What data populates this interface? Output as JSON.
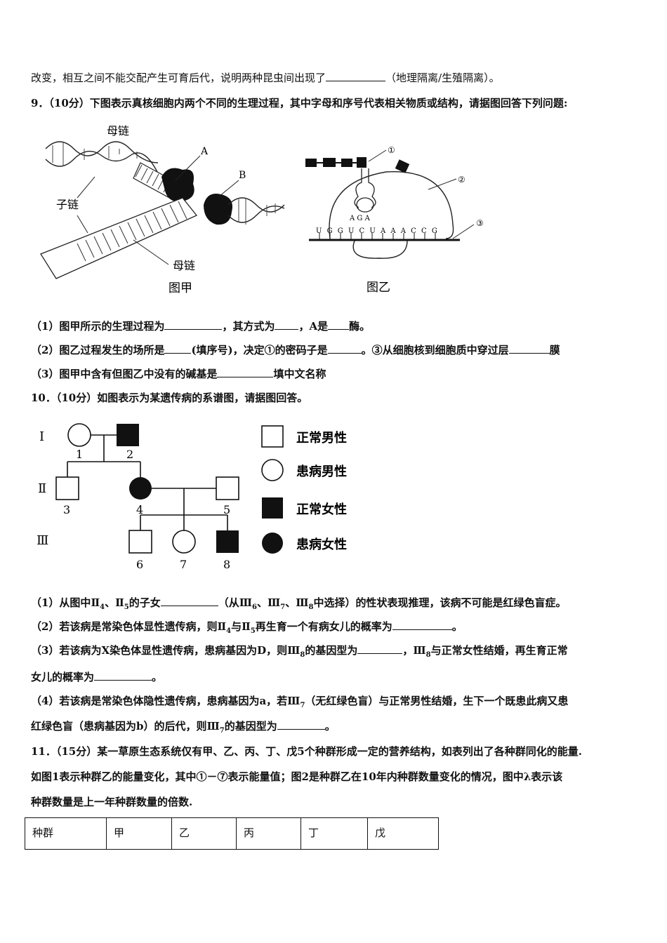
{
  "q8_tail": {
    "text": "改变，相互之间不能交配产生可育后代，说明两种昆虫间出现了",
    "paren": "（地理隔离/生殖隔离）。"
  },
  "q9": {
    "header": "9．（10分）下图表示真核细胞内两个不同的生理过程，其中字母和序号代表相关物质或结构，请据图回答下列问题:",
    "fig_jia": {
      "mother_top": "母链",
      "child": "子链",
      "mother_bottom": "母链",
      "A": "A",
      "B": "B",
      "caption": "图甲"
    },
    "fig_yi": {
      "c1": "①",
      "c2": "②",
      "c3": "③",
      "anticodon": "A G A",
      "mrna": "U G G U C U A A A C C G",
      "caption": "图乙"
    },
    "s1": {
      "a": "（1）图甲所示的生理过程为",
      "b": "，其方式为",
      "c": "，A是",
      "d": "酶。"
    },
    "s2": {
      "a": "（2）图乙过程发生的场所是",
      "b": "(填序号)，决定①的密码子是",
      "c": "。③从细胞核到细胞质中穿过层",
      "d": "膜"
    },
    "s3": {
      "a": "（3）图甲中含有但图乙中没有的碱基是",
      "b": "填中文名称"
    }
  },
  "q10": {
    "header": "10．（10分）如图表示为某遗传病的系谱图，请据图回答。",
    "pedigree": {
      "gen1": "Ⅰ",
      "gen2": "Ⅱ",
      "gen3": "Ⅲ",
      "n1": "1",
      "n2": "2",
      "n3": "3",
      "n4": "4",
      "n5": "5",
      "n6": "6",
      "n7": "7",
      "n8": "8"
    },
    "legend": [
      "正常男性",
      "患病男性",
      "正常女性",
      "患病女性"
    ],
    "s1": {
      "a": "（1）从图中Ⅱ",
      "sub1": "4",
      "b": "、Ⅱ",
      "sub2": "5",
      "c": "的子女",
      "d": "（从Ⅲ",
      "sub3": "6",
      "e": "、Ⅲ",
      "sub4": "7",
      "f": "、Ⅲ",
      "sub5": "8",
      "g": "中选择）的性状表现推理，该病不可能是红绿色盲症。"
    },
    "s2": {
      "a": "（2）若该病是常染色体显性遗传病，则Ⅱ",
      "sub1": "4",
      "b": "与Ⅱ",
      "sub2": "5",
      "c": "再生育一个有病女儿的概率为",
      "d": "。"
    },
    "s3": {
      "a": "（3）若该病为X染色体显性遗传病，患病基因为D，则Ⅲ",
      "sub1": "8",
      "b": "的基因型为",
      "c": "，Ⅲ",
      "sub2": "8",
      "d": "与正常女性结婚，再生育正常"
    },
    "s3b": {
      "a": "女儿的概率为",
      "b": "。"
    },
    "s4": {
      "a": "（4）若该病是常染色体隐性遗传病，患病基因为a，若Ⅲ",
      "sub1": "7",
      "b": "（无红绿色盲）与正常男性结婚，生下一个既患此病又患"
    },
    "s4b": {
      "a": "红绿色盲（患病基因为b）的后代，则Ⅲ",
      "sub1": "7",
      "b": "的基因型为",
      "c": "。"
    }
  },
  "q11": {
    "l1": "11．（15分）某一草原生态系统仅有甲、乙、丙、丁、戊5个种群形成一定的营养结构，如表列出了各种群同化的能量.",
    "l2": "如图1表示种群乙的能量变化，其中①－⑦表示能量值；图2是种群乙在10年内种群数量变化的情况，图中λ表示该",
    "l3": "种群数量是上一年种群数量的倍数.",
    "table_row": [
      "种群",
      "甲",
      "乙",
      "丙",
      "丁",
      "戊"
    ]
  }
}
